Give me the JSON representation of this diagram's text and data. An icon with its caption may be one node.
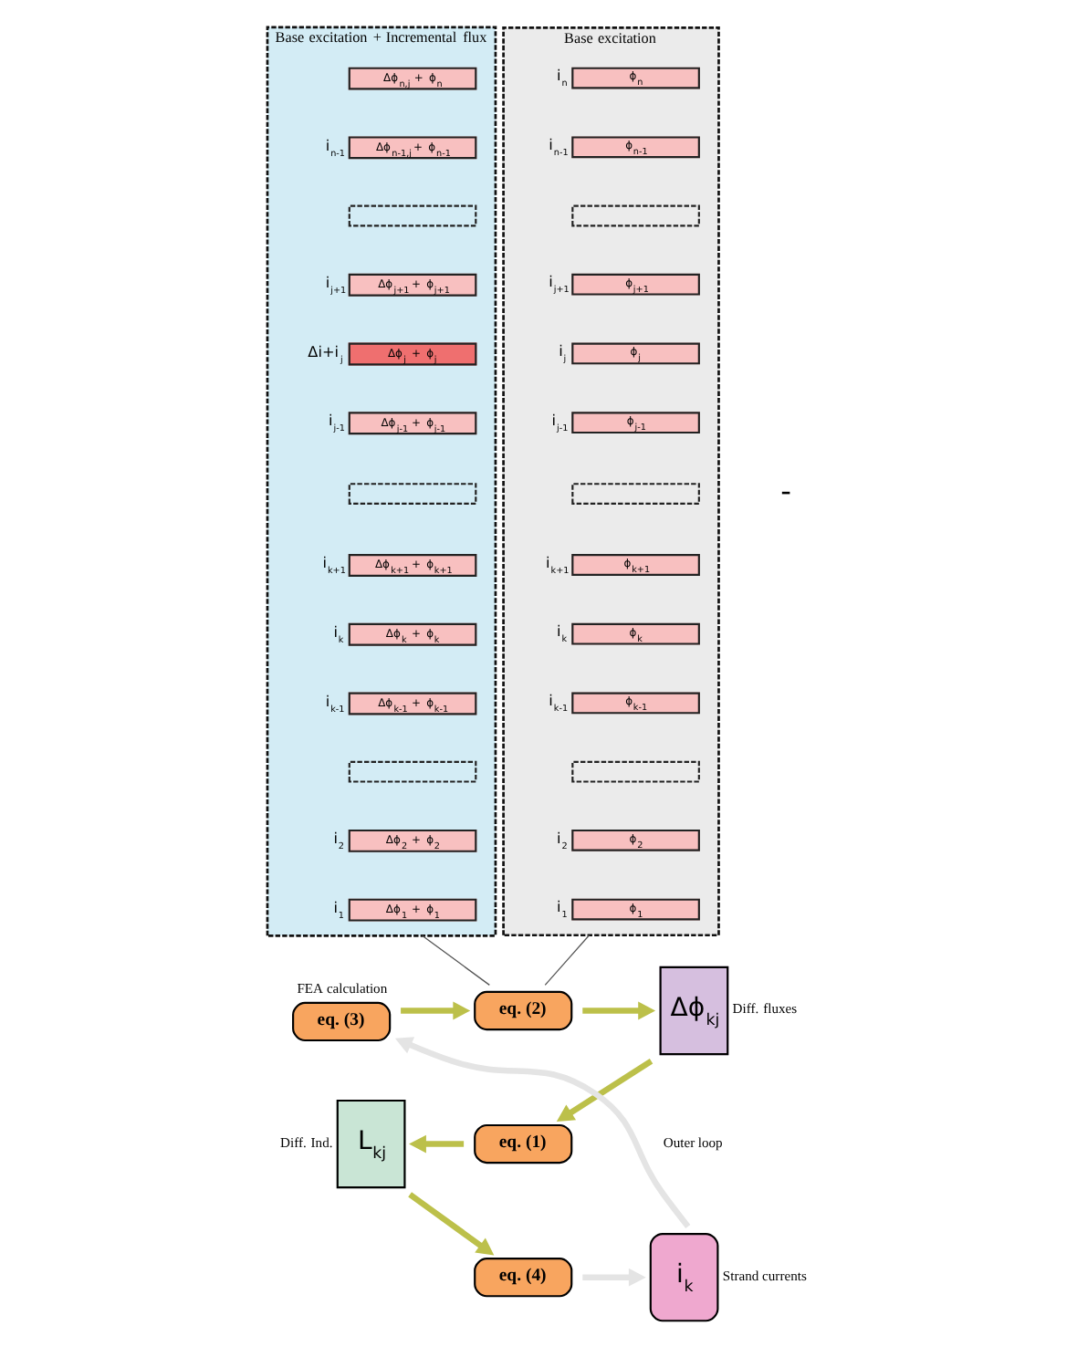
{
  "diagram": {
    "nodes": [
      {
        "text": [
          "Base excitation + Incremental flux"
        ]
      },
      {
        "text": [
          "Δϕ$_{n,j}$ + ϕ$_{n}$"
        ],
        "in": 0
      },
      {
        "text": [
          "Δϕ$_{n-1,j}$ + ϕ$_{n-1}$"
        ],
        "beside": [
          "i$_{n-1}$"
        ],
        "in": 0
      },
      {
        "text": [],
        "shape": "box",
        "in": 0
      },
      {
        "text": [
          "Δϕ$_{j+1}$ + ϕ$_{j+1}$"
        ],
        "beside": [
          "i$_{j+1}$"
        ],
        "in": 0
      },
      {
        "text": [
          "Δϕ$_{j}$ + ϕ$_{j}$"
        ],
        "beside": [
          "Δi+i$_{j}$"
        ],
        "in": 0
      },
      {
        "text": [
          "Δϕ$_{j-1}$ + ϕ$_{j-1}$"
        ],
        "beside": [
          "i$_{j-1}$"
        ],
        "in": 0
      },
      {
        "text": [],
        "shape": "box",
        "in": 0
      },
      {
        "text": [
          "Δϕ$_{k+1}$ + ϕ$_{k+1}$"
        ],
        "beside": [
          "i$_{k+1}$"
        ],
        "in": 0
      },
      {
        "text": [
          "Δϕ$_{k}$ + ϕ$_{k}$"
        ],
        "beside": [
          "i$_{k}$"
        ],
        "in": 0
      },
      {
        "text": [
          "Δϕ$_{k-1}$ + ϕ$_{k-1}$"
        ],
        "beside": [
          "i$_{k-1}$"
        ],
        "in": 0
      },
      {
        "text": [],
        "shape": "box",
        "in": 0
      },
      {
        "text": [
          "Δϕ$_{2}$ + ϕ$_{2}$"
        ],
        "beside": [
          "i$_{2}$"
        ],
        "in": 0
      },
      {
        "text": [
          "Δϕ$_{1}$ + ϕ$_{1}$"
        ],
        "beside": [
          "i$_{1}$"
        ],
        "in": 0
      },
      {
        "text": [
          "Base excitation"
        ]
      },
      {
        "text": [
          "ϕ$_{n}$"
        ],
        "beside": [
          "i$_{n}$"
        ],
        "in": 14
      },
      {
        "text": [
          "ϕ$_{n-1}$"
        ],
        "beside": [
          "i$_{n-1}$"
        ],
        "in": 14
      },
      {
        "text": [],
        "shape": "box",
        "in": 14
      },
      {
        "text": [
          "ϕ$_{j+1}$"
        ],
        "beside": [
          "i$_{j+1}$"
        ],
        "in": 14
      },
      {
        "text": [
          "ϕ$_{j}$"
        ],
        "beside": [
          "i$_{j}$"
        ],
        "in": 14
      },
      {
        "text": [
          "ϕ$_{j-1}$"
        ],
        "beside": [
          "i$_{j-1}$"
        ],
        "in": 14
      },
      {
        "text": [],
        "shape": "box",
        "in": 14
      },
      {
        "text": [
          "ϕ$_{k+1}$"
        ],
        "beside": [
          "i$_{k+1}$"
        ],
        "in": 14
      },
      {
        "text": [
          "ϕ$_{k}$"
        ],
        "beside": [
          "i$_{k}$"
        ],
        "in": 14
      },
      {
        "text": [
          "ϕ$_{k-1}$"
        ],
        "beside": [
          "i$_{k-1}$"
        ],
        "in": 14
      },
      {
        "text": [],
        "shape": "box",
        "in": 14
      },
      {
        "text": [
          "ϕ$_{2}$"
        ],
        "beside": [
          "i$_{2}$"
        ],
        "in": 14
      },
      {
        "text": [
          "ϕ$_{1}$"
        ],
        "beside": [
          "i$_{1}$"
        ],
        "in": 14
      },
      {
        "text": [
          "eq. (3)"
        ],
        "beside": [
          "FEA calculation"
        ]
      },
      {
        "text": [
          "eq. (2)"
        ]
      },
      {
        "text": [
          "Δϕ$_{kj}$"
        ],
        "beside": [
          "Diff. fluxes"
        ]
      },
      {
        "text": [
          "eq. (1)"
        ]
      },
      {
        "text": [
          "L$_{kj}$"
        ],
        "beside": [
          "Diff. Ind."
        ]
      },
      {
        "text": [
          "eq. (4)"
        ]
      },
      {
        "text": [
          "i$_{k}$"
        ],
        "beside": [
          "Strand currents"
        ]
      }
    ],
    "edges": [
      {
        "from": 0,
        "to": 29,
        "arrow": "none",
        "color": "#555555"
      },
      {
        "from": 14,
        "to": 29,
        "arrow": "none",
        "color": "#555555"
      },
      {
        "from": 28,
        "to": 29,
        "arrow": "to"
      },
      {
        "from": 29,
        "to": 30,
        "arrow": "to"
      },
      {
        "from": 30,
        "to": 31,
        "arrow": "to"
      },
      {
        "from": 31,
        "to": 32,
        "arrow": "to"
      },
      {
        "from": 32,
        "to": 33,
        "arrow": "to"
      },
      {
        "from": 33,
        "to": 34,
        "arrow": "to",
        "color": "#e4e4e4"
      },
      {
        "from": 34,
        "to": 28,
        "arrow": "to",
        "color": "#e4e4e4",
        "label": "Outer loop"
      }
    ],
    "labels": [
      "-"
    ]
  }
}
